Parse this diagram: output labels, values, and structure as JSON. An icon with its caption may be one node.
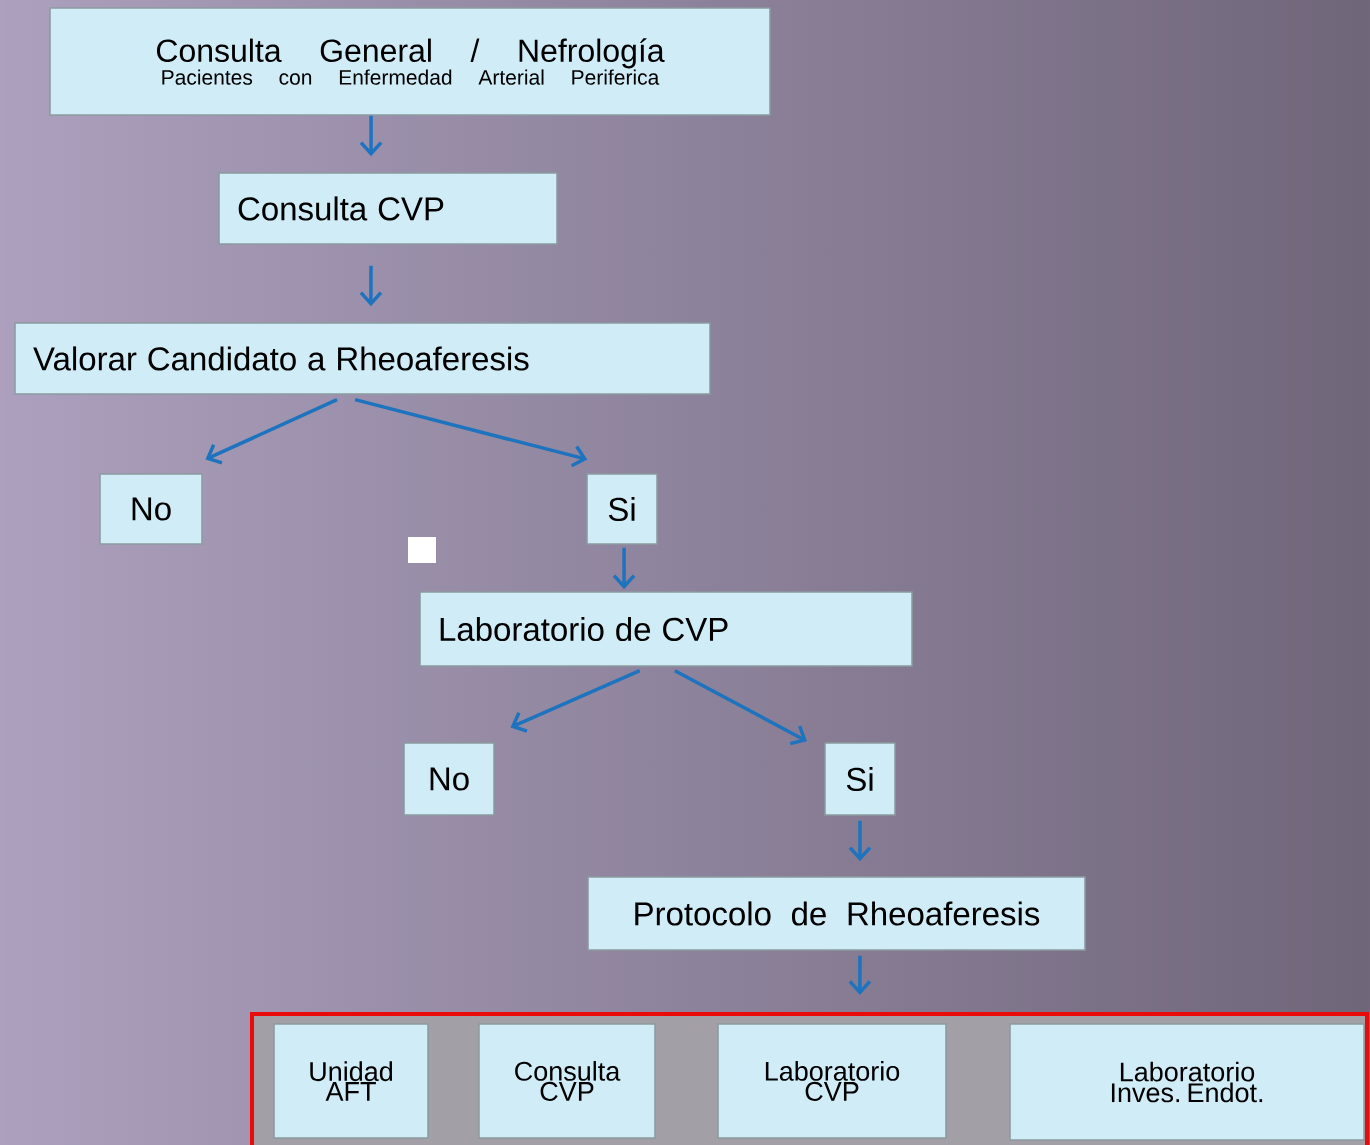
{
  "diagram": {
    "nodes": [
      {
        "text": [
          "Consulta General / Nefrología",
          "Pacientes con Enfermedad Arterial Periferica"
        ]
      },
      {
        "text": [
          "Consulta CVP"
        ]
      },
      {
        "text": [
          "Valorar Candidato a Rheoaferesis"
        ]
      },
      {
        "text": [
          "No"
        ]
      },
      {
        "text": [
          "Si"
        ]
      },
      {
        "text": [
          "Laboratorio de CVP"
        ]
      },
      {
        "text": [
          "No"
        ]
      },
      {
        "text": [
          "Si"
        ]
      },
      {
        "text": [
          "Protocolo de Rheoaferesis"
        ]
      },
      {
        "text": [],
        "shape": "box"
      },
      {
        "text": [
          "Unidad AFT"
        ],
        "in": 9
      },
      {
        "text": [
          "Consulta CVP"
        ],
        "in": 9
      },
      {
        "text": [
          "Laboratorio CVP"
        ],
        "in": 9
      },
      {
        "text": [
          "Laboratorio Inves. Endot."
        ],
        "in": 9
      }
    ],
    "edges": [
      {
        "from": 0,
        "to": 1,
        "arrow": "to"
      },
      {
        "from": 1,
        "to": 2,
        "arrow": "to"
      },
      {
        "from": 2,
        "to": 3,
        "arrow": "to"
      },
      {
        "from": 2,
        "to": 4,
        "arrow": "to"
      },
      {
        "from": 4,
        "to": 5,
        "arrow": "to"
      },
      {
        "from": 5,
        "to": 6,
        "arrow": "to"
      },
      {
        "from": 5,
        "to": 7,
        "arrow": "to"
      },
      {
        "from": 7,
        "to": 8,
        "arrow": "to"
      },
      {
        "from": 8,
        "to": 9,
        "arrow": "to"
      }
    ]
  }
}
